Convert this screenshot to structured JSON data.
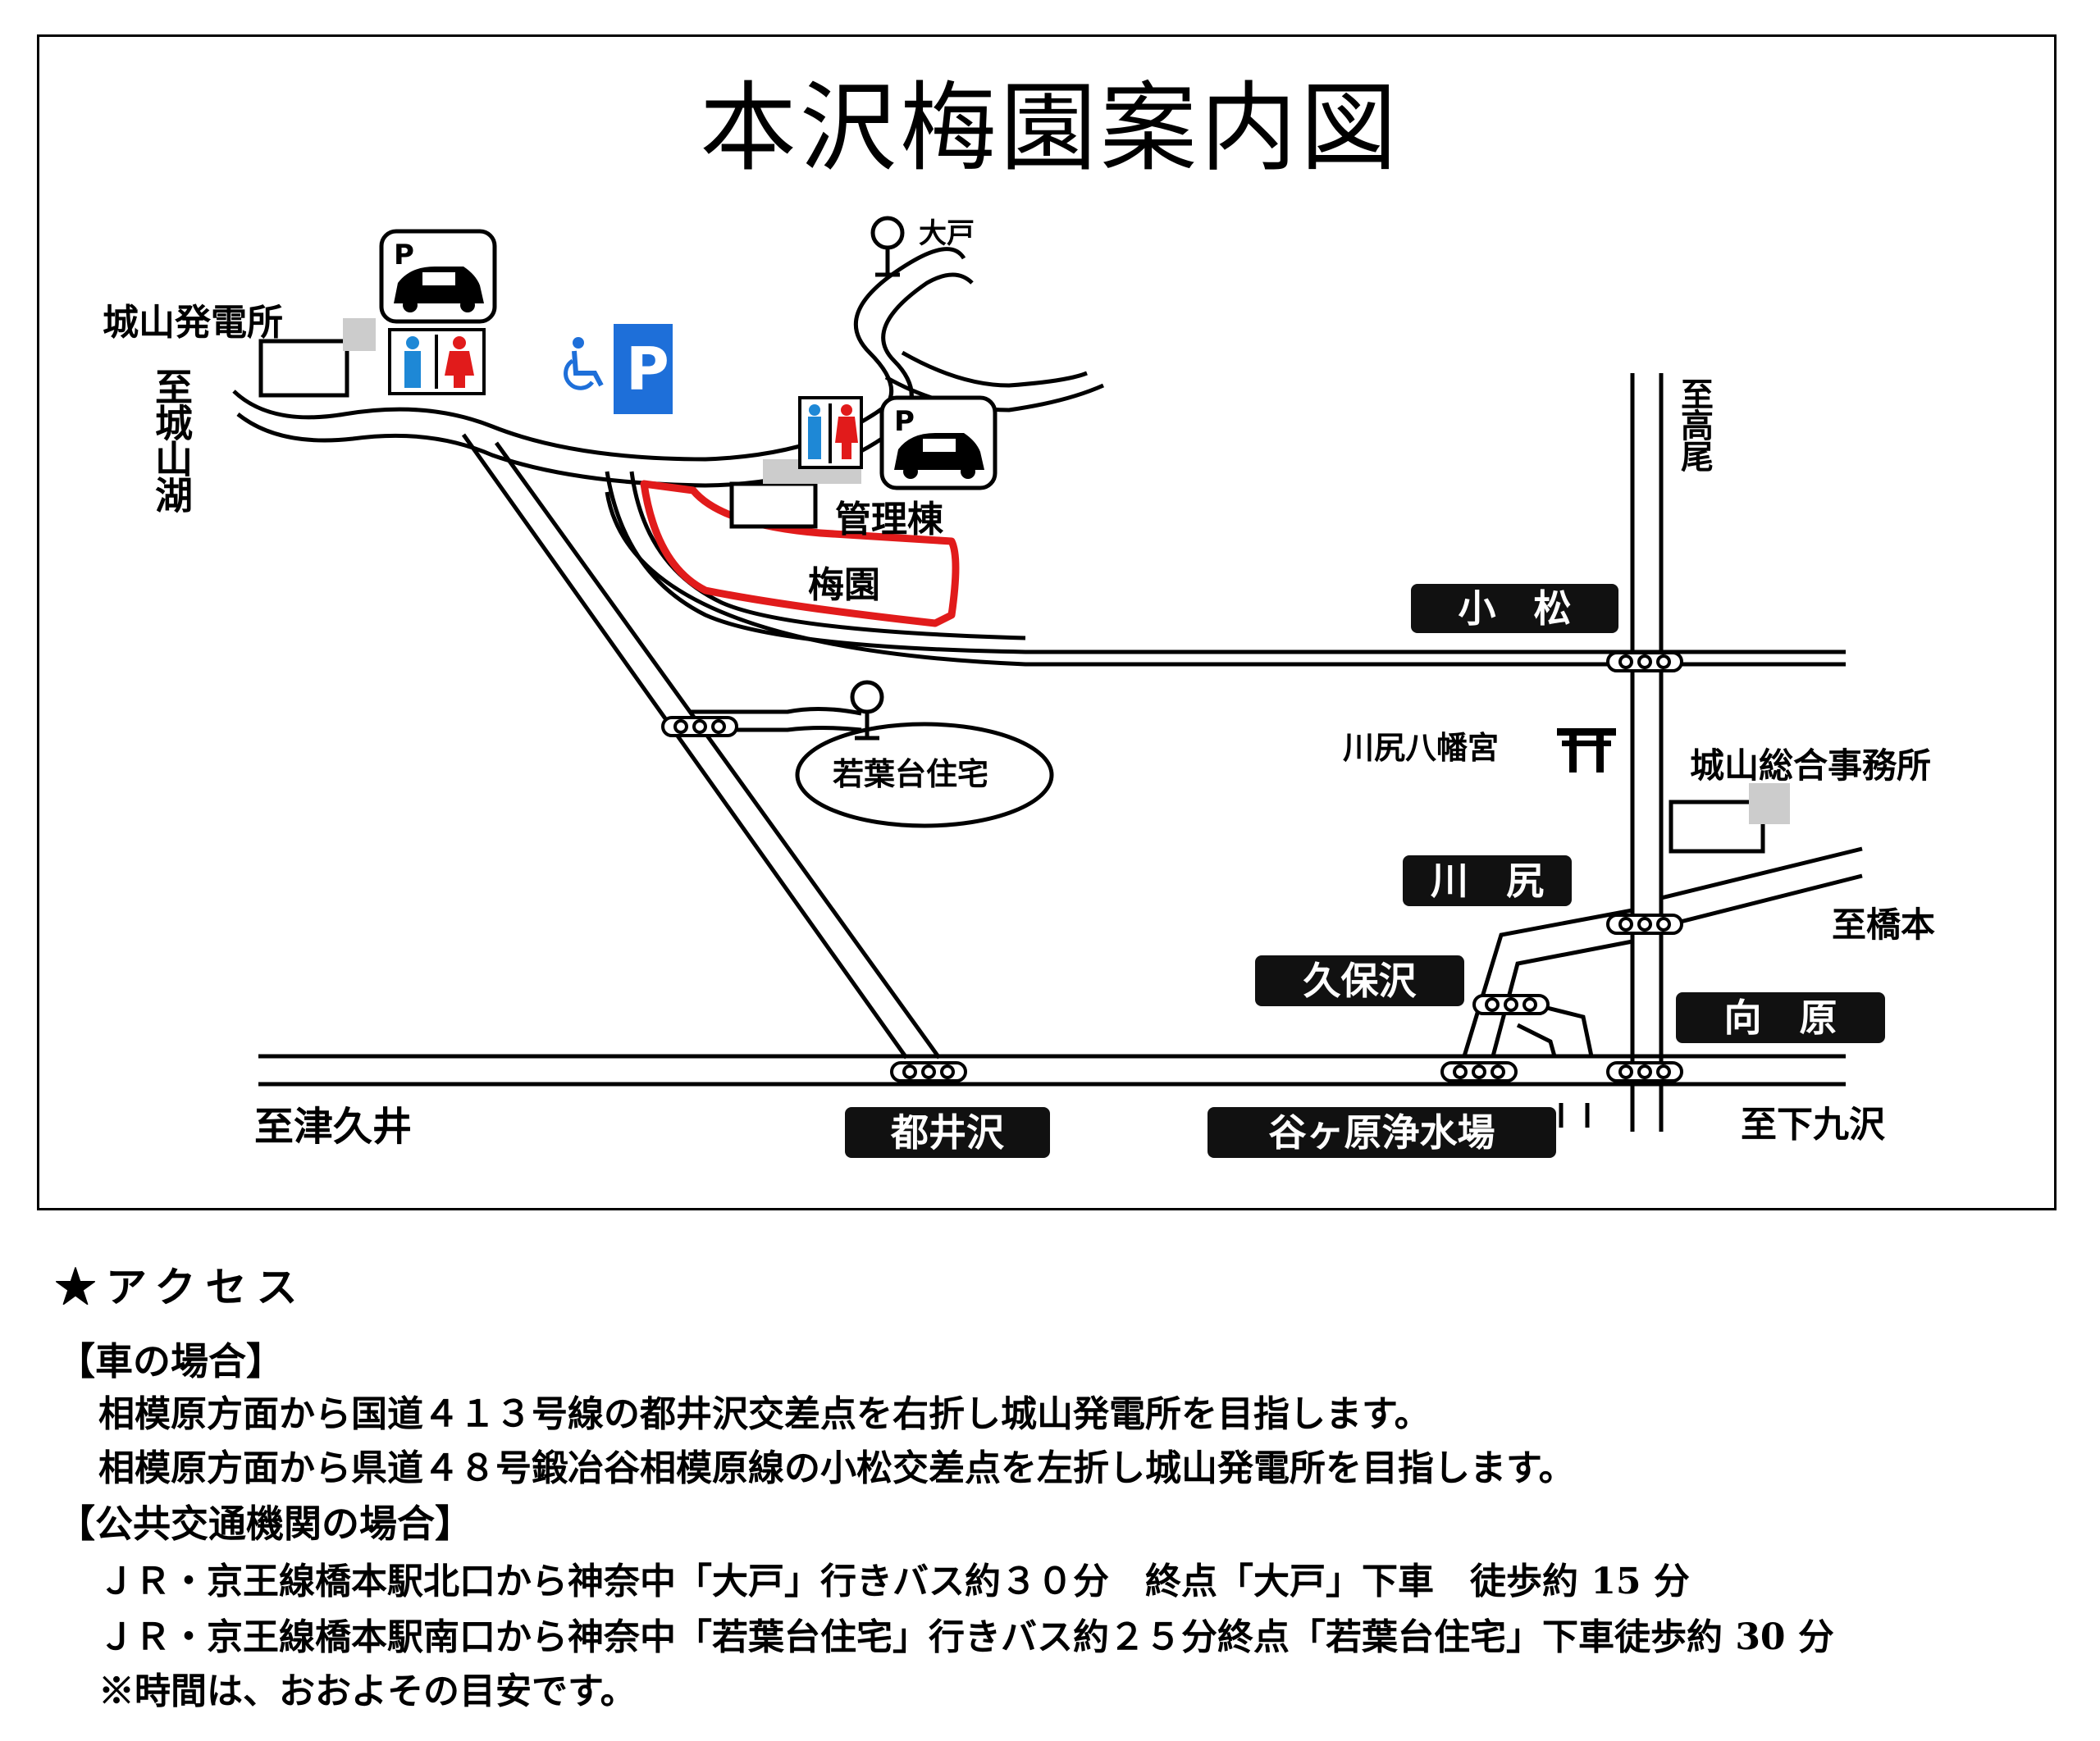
{
  "title": "本沢梅園案内図",
  "map": {
    "facilities": {
      "power_station": "城山発電所",
      "management": "管理棟",
      "plum_garden": "梅園",
      "shrine": "川尻八幡宮",
      "office": "城山総合事務所",
      "bus_stop_oto": "大戸",
      "bus_stop_wakabadai": "若葉台住宅"
    },
    "directions": {
      "shiroyama_lake": "至城山湖",
      "takao": "至高尾",
      "hashimoto": "至橋本",
      "tsukui": "至津久井",
      "shimokuzawa": "至下九沢"
    },
    "intersections": {
      "komatsu": "小　松",
      "kawashiri": "川　尻",
      "kubosawa": "久保沢",
      "mukaihara": "向　原",
      "tsuisawa": "都井沢",
      "yagahara": "谷ヶ原浄水場"
    },
    "icons": [
      "parking-icon",
      "restroom-icon",
      "accessible-parking-icon",
      "shrine-icon",
      "traffic-light-icon",
      "bus-stop-icon"
    ],
    "colors": {
      "garden_outline": "#e11b1b",
      "male_restroom": "#1e88d6",
      "female_restroom": "#e11b1b",
      "accessible_parking": "#1e6fd9"
    }
  },
  "access": {
    "heading": "★アクセス",
    "car_heading": "【車の場合】",
    "car_lines": [
      "相模原方面から国道４１３号線の都井沢交差点を右折し城山発電所を目指します。",
      "相模原方面から県道４８号鍛冶谷相模原線の小松交差点を左折し城山発電所を目指します。"
    ],
    "transit_heading": "【公共交通機関の場合】",
    "transit_lines": [
      "ＪＲ・京王線橋本駅北口から神奈中「大戸」行きバス約３０分　終点「大戸」下車　徒歩約 15 分",
      "ＪＲ・京王線橋本駅南口から神奈中「若葉台住宅」行きバス約２５分終点「若葉台住宅」下車徒歩約 30 分"
    ],
    "note": "※時間は、おおよその目安です。"
  }
}
